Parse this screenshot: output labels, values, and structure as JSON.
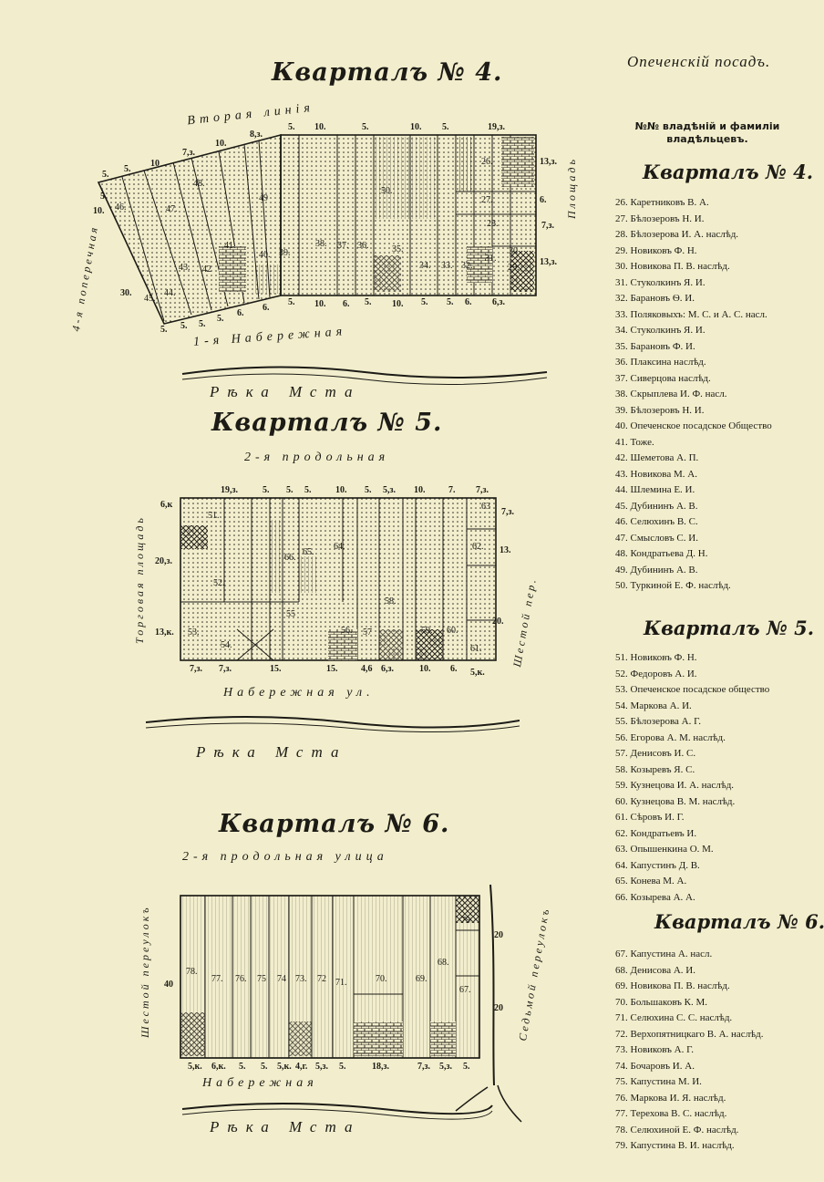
{
  "header": {
    "possad": "Опеченскій посадъ.",
    "owners_heading": "№№ владѣній и фамиліи владѣльцевъ."
  },
  "maps": {
    "q4": {
      "title": "Кварталъ № 4.",
      "top_street": "Вторая линія",
      "bottom_street": "1-я Набережная",
      "left_street": "4-я поперечная",
      "right_street": "Площадь",
      "river": "Рѣка Мста",
      "top_numbers": [
        "5.",
        "10.",
        "5.",
        "10.",
        "5.",
        "19,з."
      ],
      "top_left_numbers": [
        "5.",
        "5.",
        "10",
        "7,з.",
        "10.",
        "8,з."
      ],
      "bottom_numbers": [
        "5.",
        "10.",
        "6.",
        "5.",
        "10.",
        "5.",
        "5.",
        "6.",
        "6,з."
      ],
      "bottom_left_numbers": [
        "5.",
        "5.",
        "5.",
        "5.",
        "6.",
        "6."
      ],
      "left_numbers": [
        "5.",
        "10.",
        "30."
      ],
      "right_numbers": [
        "13,з.",
        "6.",
        "7,з.",
        "13,з."
      ],
      "plots": [
        "26.",
        "27.",
        "28.",
        "29.",
        "30",
        "31.",
        "32.",
        "33.",
        "34.",
        "35.",
        "36.",
        "37.",
        "38.",
        "39.",
        "40.",
        "41.",
        "42",
        "43.",
        "44.",
        "45.",
        "46.",
        "47.",
        "48.",
        "49",
        "50."
      ]
    },
    "q5": {
      "title": "Кварталъ № 5.",
      "top_street": "2-я продольная",
      "bottom_street": "Набережная ул.",
      "left_street": "Торговая площадь",
      "right_street": "Шестой пер.",
      "river": "Рѣка Мста",
      "top_numbers": [
        "19,з.",
        "5.",
        "5.",
        "5.",
        "10.",
        "5.",
        "5,з.",
        "10.",
        "7.",
        "7,з."
      ],
      "bottom_numbers": [
        "7,з.",
        "7,з.",
        "15.",
        "15.",
        "4,6",
        "6,з.",
        "10.",
        "6.",
        "5,к."
      ],
      "left_numbers": [
        "6,к",
        "20,з.",
        "13,к."
      ],
      "right_numbers": [
        "7,з.",
        "13.",
        "20."
      ],
      "plots": [
        "51.",
        "52.",
        "53.",
        "54.",
        "55",
        "56.",
        "57",
        "58.",
        "59.",
        "60.",
        "61.",
        "62.",
        "63",
        "64.",
        "65.",
        "66."
      ]
    },
    "q6": {
      "title": "Кварталъ № 6.",
      "top_street": "2-я продольная улица",
      "bottom_street": "Набережная",
      "left_street": "Шестой переулокъ",
      "right_street": "Седьмой переулокъ",
      "river": "Рѣка Мста",
      "bottom_numbers": [
        "5,к.",
        "6,к.",
        "5.",
        "5.",
        "5,к.",
        "4,г.",
        "5,з.",
        "5.",
        "18,з.",
        "7,з.",
        "5,з.",
        "5."
      ],
      "left_numbers": [
        "40"
      ],
      "right_numbers": [
        "20",
        "20"
      ],
      "plots": [
        "67.",
        "68.",
        "69.",
        "70.",
        "71.",
        "72",
        "73.",
        "74",
        "75",
        "76.",
        "77.",
        "78.",
        "79"
      ]
    }
  },
  "owners": {
    "q4": {
      "title": "Кварталъ № 4.",
      "items": [
        "26. Каретниковъ В. А.",
        "27. Бѣлозеровъ Н. И.",
        "28. Бѣлозерова И. А. наслѣд.",
        "29. Новиковъ Ф. Н.",
        "30. Новикова П. В. наслѣд.",
        "31. Стуколкинъ Я. И.",
        "32. Барановъ Ѳ. И.",
        "33. Поляковыхъ: М. С. и А. С. насл.",
        "34. Стуколкинъ Я. И.",
        "35. Барановъ Ф. И.",
        "36. Плаксина наслѣд.",
        "37. Сиверцова наслѣд.",
        "38. Скрыплева И. Ф. насл.",
        "39. Бѣлозеровъ Н. И.",
        "40. Опеченское посадское Общество",
        "41. Тоже.",
        "42. Шеметова А. П.",
        "43. Новикова М. А.",
        "44. Шлемина Е. И.",
        "45. Дубининъ А. В.",
        "46. Селюхинъ В. С.",
        "47. Смысловъ С. И.",
        "48. Кондратьева Д. Н.",
        "49. Дубининъ А. В.",
        "50. Туркиной Е. Ф. наслѣд."
      ]
    },
    "q5": {
      "title": "Кварталъ № 5.",
      "items": [
        "51. Новиковъ Ф. Н.",
        "52. Федоровъ А. И.",
        "53. Опеченское посадское общество",
        "54. Маркова А. И.",
        "55. Бѣлозерова А. Г.",
        "56. Егорова А. М. наслѣд.",
        "57. Денисовъ И. С.",
        "58. Козыревъ Я. С.",
        "59. Кузнецова И. А. наслѣд.",
        "60. Кузнецова В. М. наслѣд.",
        "61. Сѣровъ И. Г.",
        "62. Кондратьевъ И.",
        "63. Опышенкина О. М.",
        "64. Капустинъ Д. В.",
        "65. Конева М. А.",
        "66. Козырева А. А."
      ]
    },
    "q6": {
      "title": "Кварталъ № 6.",
      "items": [
        "67. Капустина А. насл.",
        "68. Денисова А. И.",
        "69. Новикова П. В. наслѣд.",
        "70. Большаковъ К. М.",
        "71. Селюхина С. С. наслѣд.",
        "72. Верхопятницкаго В. А. наслѣд.",
        "73. Новиковъ А. Г.",
        "74. Бочаровъ И. А.",
        "75. Капустина М. И.",
        "76. Маркова И. Я. наслѣд.",
        "77. Терехова В. С. наслѣд.",
        "78. Селюхиной Е. Ф. наслѣд.",
        "79. Капустина В. И. наслѣд."
      ]
    }
  }
}
